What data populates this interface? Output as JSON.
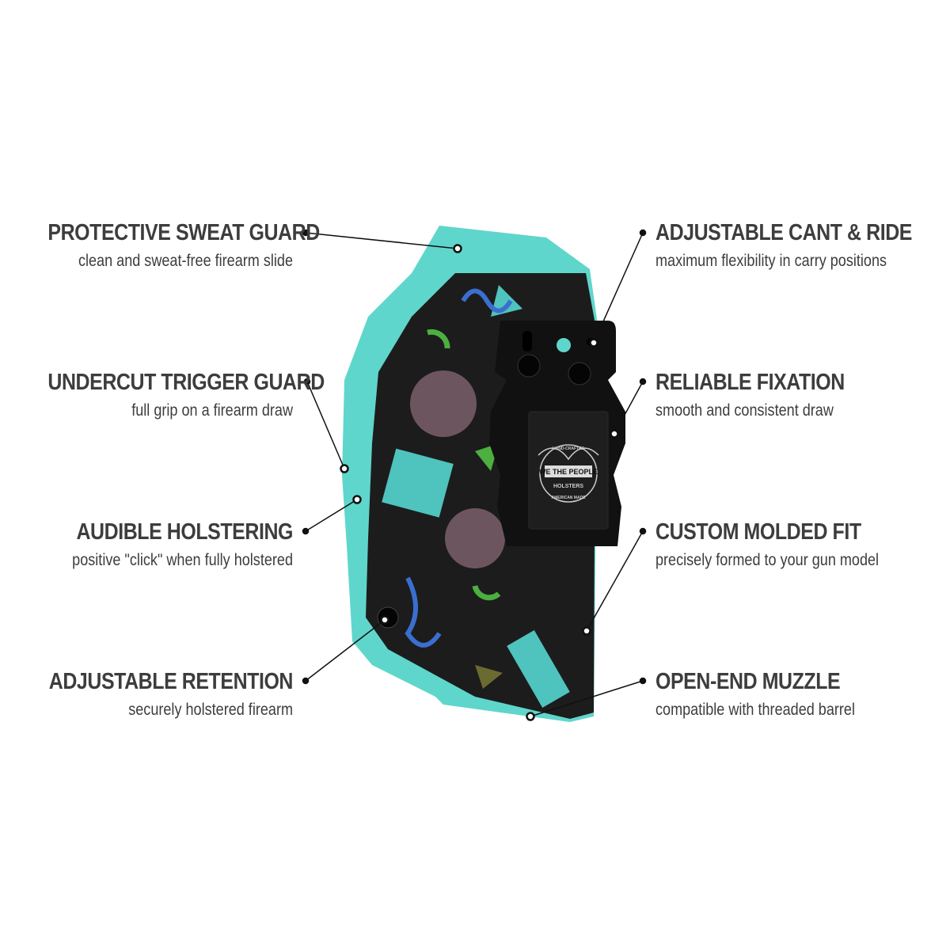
{
  "colors": {
    "accent_teal": "#5fd6cc",
    "text": "#3d3d3d",
    "holster_black": "#1c1c1c"
  },
  "product": {
    "brand_logo_text": [
      "HAND-CRAFTED",
      "WE THE PEOPLE",
      "HOLSTERS",
      "AMERICAN MADE"
    ]
  },
  "callouts_left": [
    {
      "title": "PROTECTIVE SWEAT GUARD",
      "subtitle": "clean and sweat-free firearm slide"
    },
    {
      "title": "UNDERCUT TRIGGER GUARD",
      "subtitle": "full grip on a firearm draw"
    },
    {
      "title": "AUDIBLE HOLSTERING",
      "subtitle": "positive \"click\" when fully holstered"
    },
    {
      "title": "ADJUSTABLE RETENTION",
      "subtitle": "securely holstered firearm"
    }
  ],
  "callouts_right": [
    {
      "title": "ADJUSTABLE CANT & RIDE",
      "subtitle": "maximum flexibility in carry positions"
    },
    {
      "title": "RELIABLE FIXATION",
      "subtitle": "smooth and consistent draw"
    },
    {
      "title": "CUSTOM MOLDED FIT",
      "subtitle": "precisely formed to your gun model"
    },
    {
      "title": "OPEN-END MUZZLE",
      "subtitle": "compatible with threaded barrel"
    }
  ]
}
